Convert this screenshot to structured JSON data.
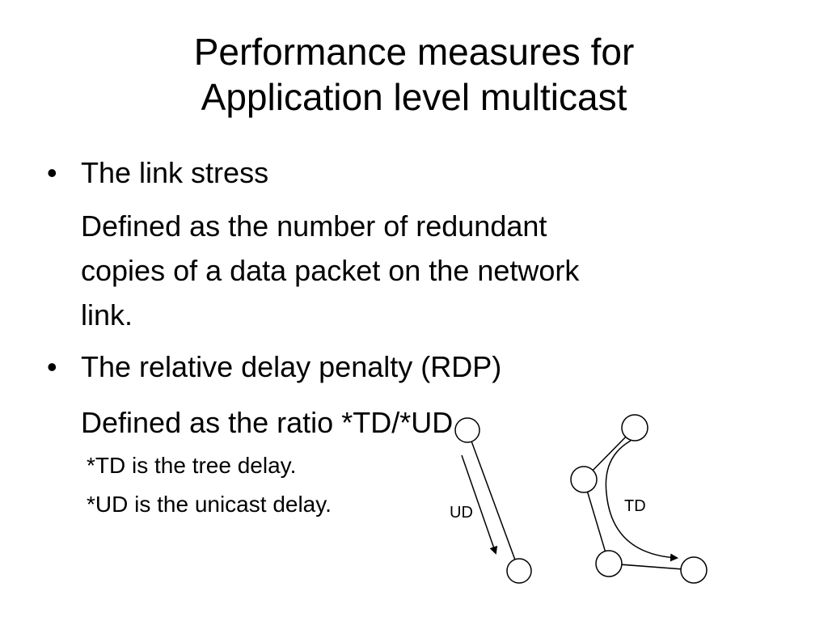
{
  "slide": {
    "title_lines": [
      "Performance measures for",
      "Application level multicast"
    ],
    "bullet_symbol": "•",
    "items": [
      {
        "heading": "The link stress",
        "definition_lines": [
          "Defined as the number of redundant",
          "copies of a data packet on the network",
          "link."
        ]
      },
      {
        "heading": "The relative delay penalty (RDP)",
        "definition_lines": [
          "Defined as the ratio *TD/*UD."
        ],
        "notes": [
          "*TD is the tree delay.",
          "*UD is the unicast delay."
        ]
      }
    ]
  },
  "diagram": {
    "ud_label": "UD",
    "td_label": "TD"
  }
}
